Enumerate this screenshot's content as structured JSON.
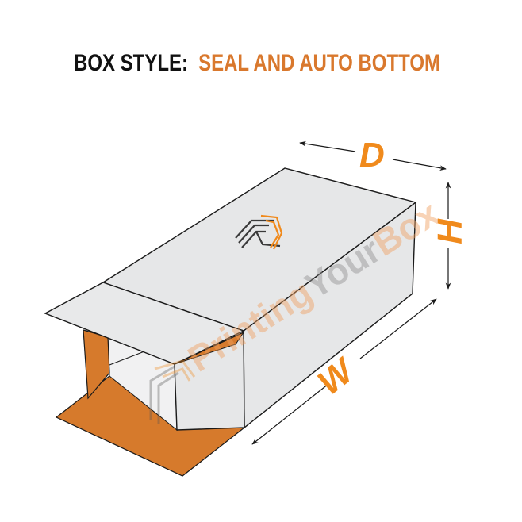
{
  "title": {
    "prefix": "BOX STYLE:",
    "style_name": "SEAL AND AUTO BOTTOM"
  },
  "dimensions": {
    "depth_label": "D",
    "height_label": "H",
    "width_label": "W"
  },
  "watermark": {
    "part1": "Printing",
    "part2": "Your",
    "part3": "Box"
  },
  "colors": {
    "accent": "#d9782d",
    "label_orange": "#f08a1c",
    "box_face": "#e6e7e8",
    "outline": "#1a1a1a",
    "title_black": "#111111"
  }
}
